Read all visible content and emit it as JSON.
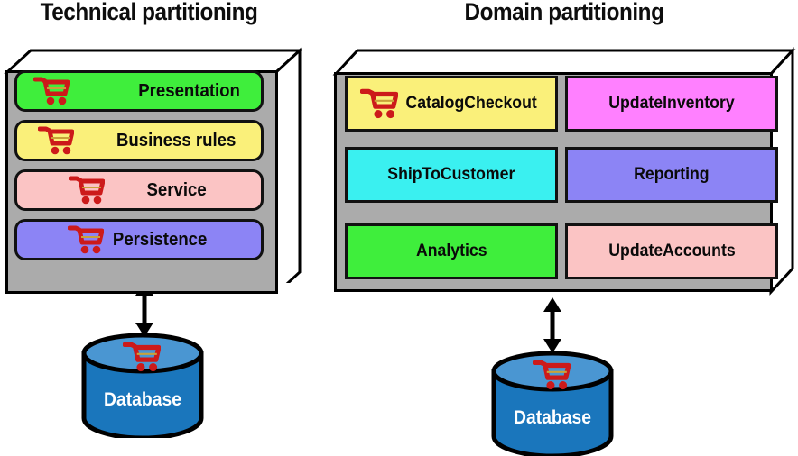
{
  "diagram": {
    "title_left": "Technical partitioning",
    "title_right": "Domain partitioning",
    "icon_names": {
      "cart": "shopping-cart-icon",
      "arrow": "double-headed-arrow-icon",
      "database": "database-cylinder-icon"
    },
    "colors": {
      "green": "#3FEE3C",
      "yellow": "#FAF07A",
      "pink": "#FBC4C4",
      "periwinkle": "#8C84F5",
      "magenta": "#FF80FF",
      "cyan": "#3AF0F0",
      "panel_grey": "#ABABAB",
      "cart_red": "#CC1A1A",
      "db_body": "#1A76BC",
      "db_top": "#4A96D2",
      "outline": "#111111"
    }
  },
  "technical": {
    "title": "Technical partitioning",
    "layers": [
      {
        "label": "Presentation",
        "color": "#3FEE3C",
        "has_cart": true,
        "cart_gap": 72
      },
      {
        "label": "Business rules",
        "color": "#FAF07A",
        "has_cart": true,
        "cart_gap": 42
      },
      {
        "label": "Service",
        "color": "#FBC4C4",
        "has_cart": true,
        "cart_gap": 44
      },
      {
        "label": "Persistence",
        "color": "#8C84F5",
        "has_cart": true,
        "cart_gap": 6
      }
    ],
    "database": {
      "label": "Database",
      "has_cart": true
    },
    "arrow": "double-headed-arrow-icon"
  },
  "domain": {
    "title": "Domain partitioning",
    "services": [
      {
        "label": "CatalogCheckout",
        "color": "#FAF07A",
        "has_cart": true
      },
      {
        "label": "UpdateInventory",
        "color": "#FF80FF",
        "has_cart": false
      },
      {
        "label": "ShipToCustomer",
        "color": "#3AF0F0",
        "has_cart": false
      },
      {
        "label": "Reporting",
        "color": "#8C84F5",
        "has_cart": false
      },
      {
        "label": "Analytics",
        "color": "#3FEE3C",
        "has_cart": false
      },
      {
        "label": "UpdateAccounts",
        "color": "#FBC4C4",
        "has_cart": false
      }
    ],
    "database": {
      "label": "Database",
      "has_cart": true
    },
    "arrow": "double-headed-arrow-icon"
  }
}
